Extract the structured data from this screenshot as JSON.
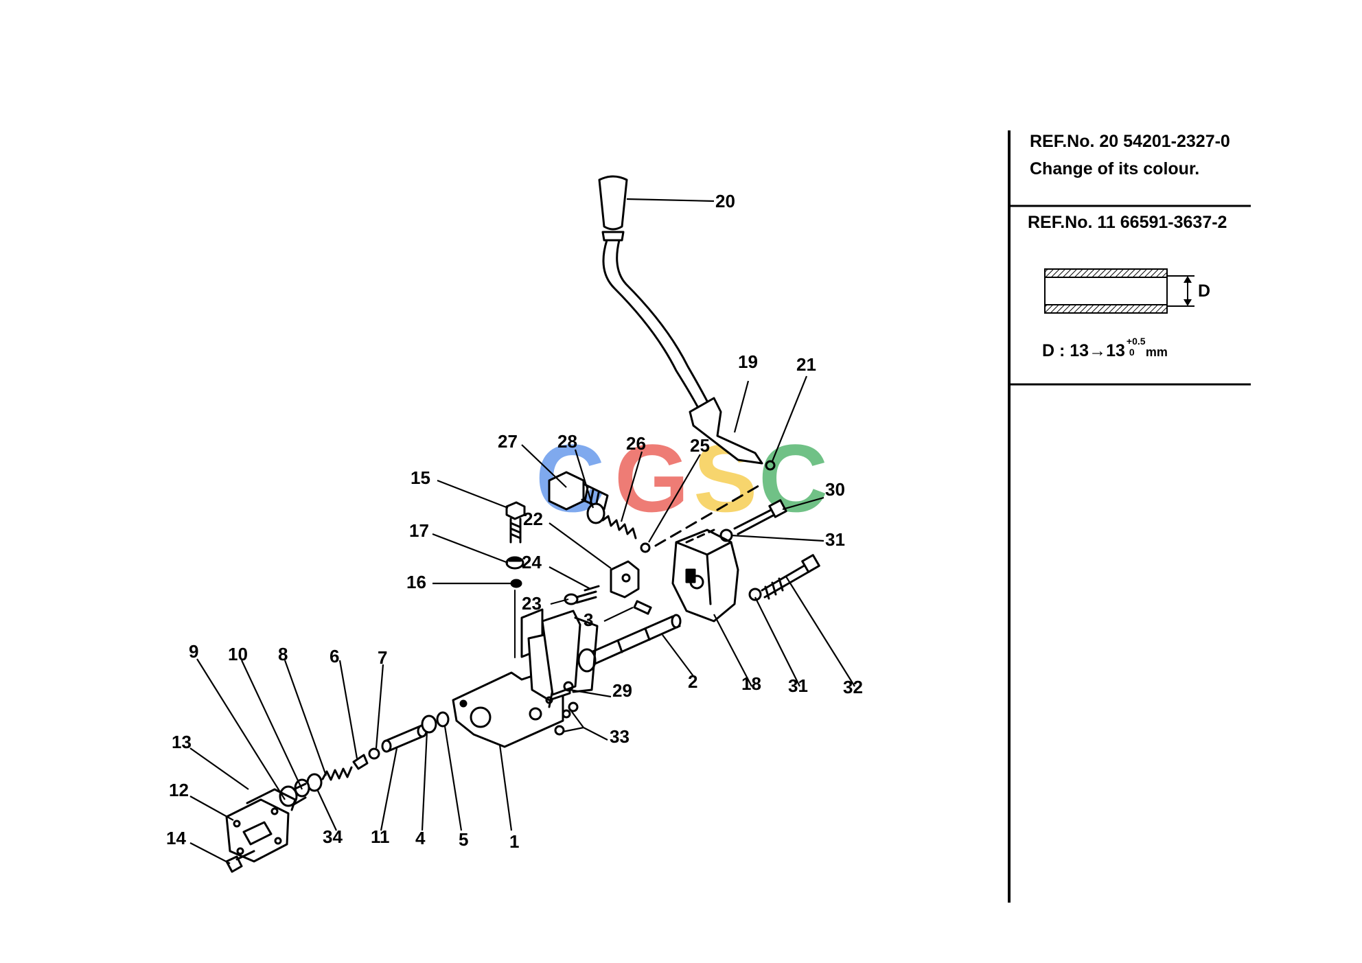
{
  "diagram": {
    "callouts": [
      "20",
      "19",
      "21",
      "27",
      "28",
      "26",
      "25",
      "30",
      "31",
      "15",
      "22",
      "17",
      "24",
      "16",
      "23",
      "3",
      "2",
      "18",
      "31",
      "32",
      "29",
      "33",
      "9",
      "10",
      "8",
      "6",
      "7",
      "13",
      "12",
      "14",
      "34",
      "11",
      "4",
      "5",
      "1"
    ],
    "watermark": "CGSC",
    "watermark_colors": [
      "#4a86e8",
      "#e8453c",
      "#f4c430",
      "#34a853"
    ]
  },
  "notes": {
    "ref1_line1": "REF.No. 20 54201-2327-0",
    "ref1_line2": "Change of its colour.",
    "ref2_line1": "REF.No. 11 66591-3637-2",
    "dimension_label": "D",
    "dimension_prefix": "D : 13→13",
    "tol_upper": "+0.5",
    "tol_lower": "0",
    "dimension_unit": "mm"
  }
}
